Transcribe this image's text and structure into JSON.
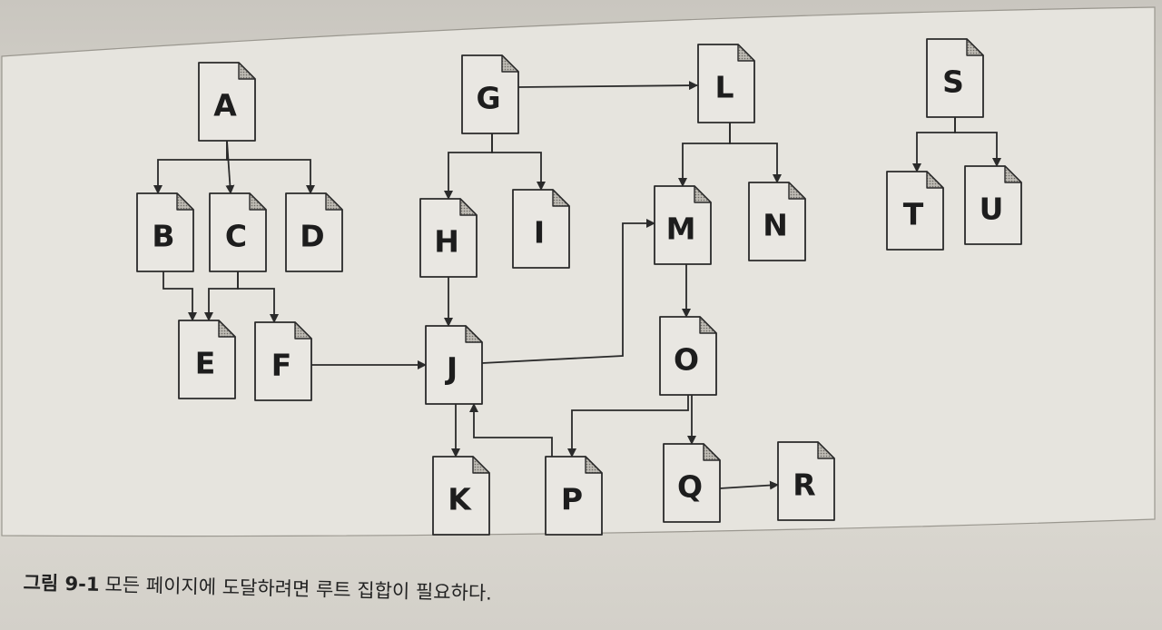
{
  "caption": {
    "label": "그림 9-1",
    "text": "모든 페이지에 도달하려면 루트 집합이 필요하다."
  },
  "colors": {
    "paper": "#dedbd4",
    "panel": "#e6e4de",
    "doc_fill": "#e9e7e2",
    "line": "#2a2a2a"
  },
  "documents": [
    {
      "id": "A",
      "label": "A"
    },
    {
      "id": "B",
      "label": "B"
    },
    {
      "id": "C",
      "label": "C"
    },
    {
      "id": "D",
      "label": "D"
    },
    {
      "id": "E",
      "label": "E"
    },
    {
      "id": "F",
      "label": "F"
    },
    {
      "id": "G",
      "label": "G"
    },
    {
      "id": "H",
      "label": "H"
    },
    {
      "id": "I",
      "label": "I"
    },
    {
      "id": "J",
      "label": "J"
    },
    {
      "id": "K",
      "label": "K"
    },
    {
      "id": "L",
      "label": "L"
    },
    {
      "id": "M",
      "label": "M"
    },
    {
      "id": "N",
      "label": "N"
    },
    {
      "id": "O",
      "label": "O"
    },
    {
      "id": "P",
      "label": "P"
    },
    {
      "id": "Q",
      "label": "Q"
    },
    {
      "id": "R",
      "label": "R"
    },
    {
      "id": "S",
      "label": "S"
    },
    {
      "id": "T",
      "label": "T"
    },
    {
      "id": "U",
      "label": "U"
    }
  ],
  "links": [
    {
      "from": "A",
      "to": "B"
    },
    {
      "from": "A",
      "to": "C"
    },
    {
      "from": "A",
      "to": "D"
    },
    {
      "from": "B",
      "to": "E"
    },
    {
      "from": "C",
      "to": "E"
    },
    {
      "from": "C",
      "to": "F"
    },
    {
      "from": "F",
      "to": "J"
    },
    {
      "from": "G",
      "to": "L"
    },
    {
      "from": "G",
      "to": "H"
    },
    {
      "from": "G",
      "to": "I"
    },
    {
      "from": "H",
      "to": "J"
    },
    {
      "from": "J",
      "to": "M"
    },
    {
      "from": "J",
      "to": "K"
    },
    {
      "from": "P",
      "to": "J"
    },
    {
      "from": "L",
      "to": "M"
    },
    {
      "from": "L",
      "to": "N"
    },
    {
      "from": "M",
      "to": "O"
    },
    {
      "from": "O",
      "to": "P"
    },
    {
      "from": "O",
      "to": "Q"
    },
    {
      "from": "Q",
      "to": "R"
    },
    {
      "from": "S",
      "to": "T"
    },
    {
      "from": "S",
      "to": "U"
    }
  ]
}
